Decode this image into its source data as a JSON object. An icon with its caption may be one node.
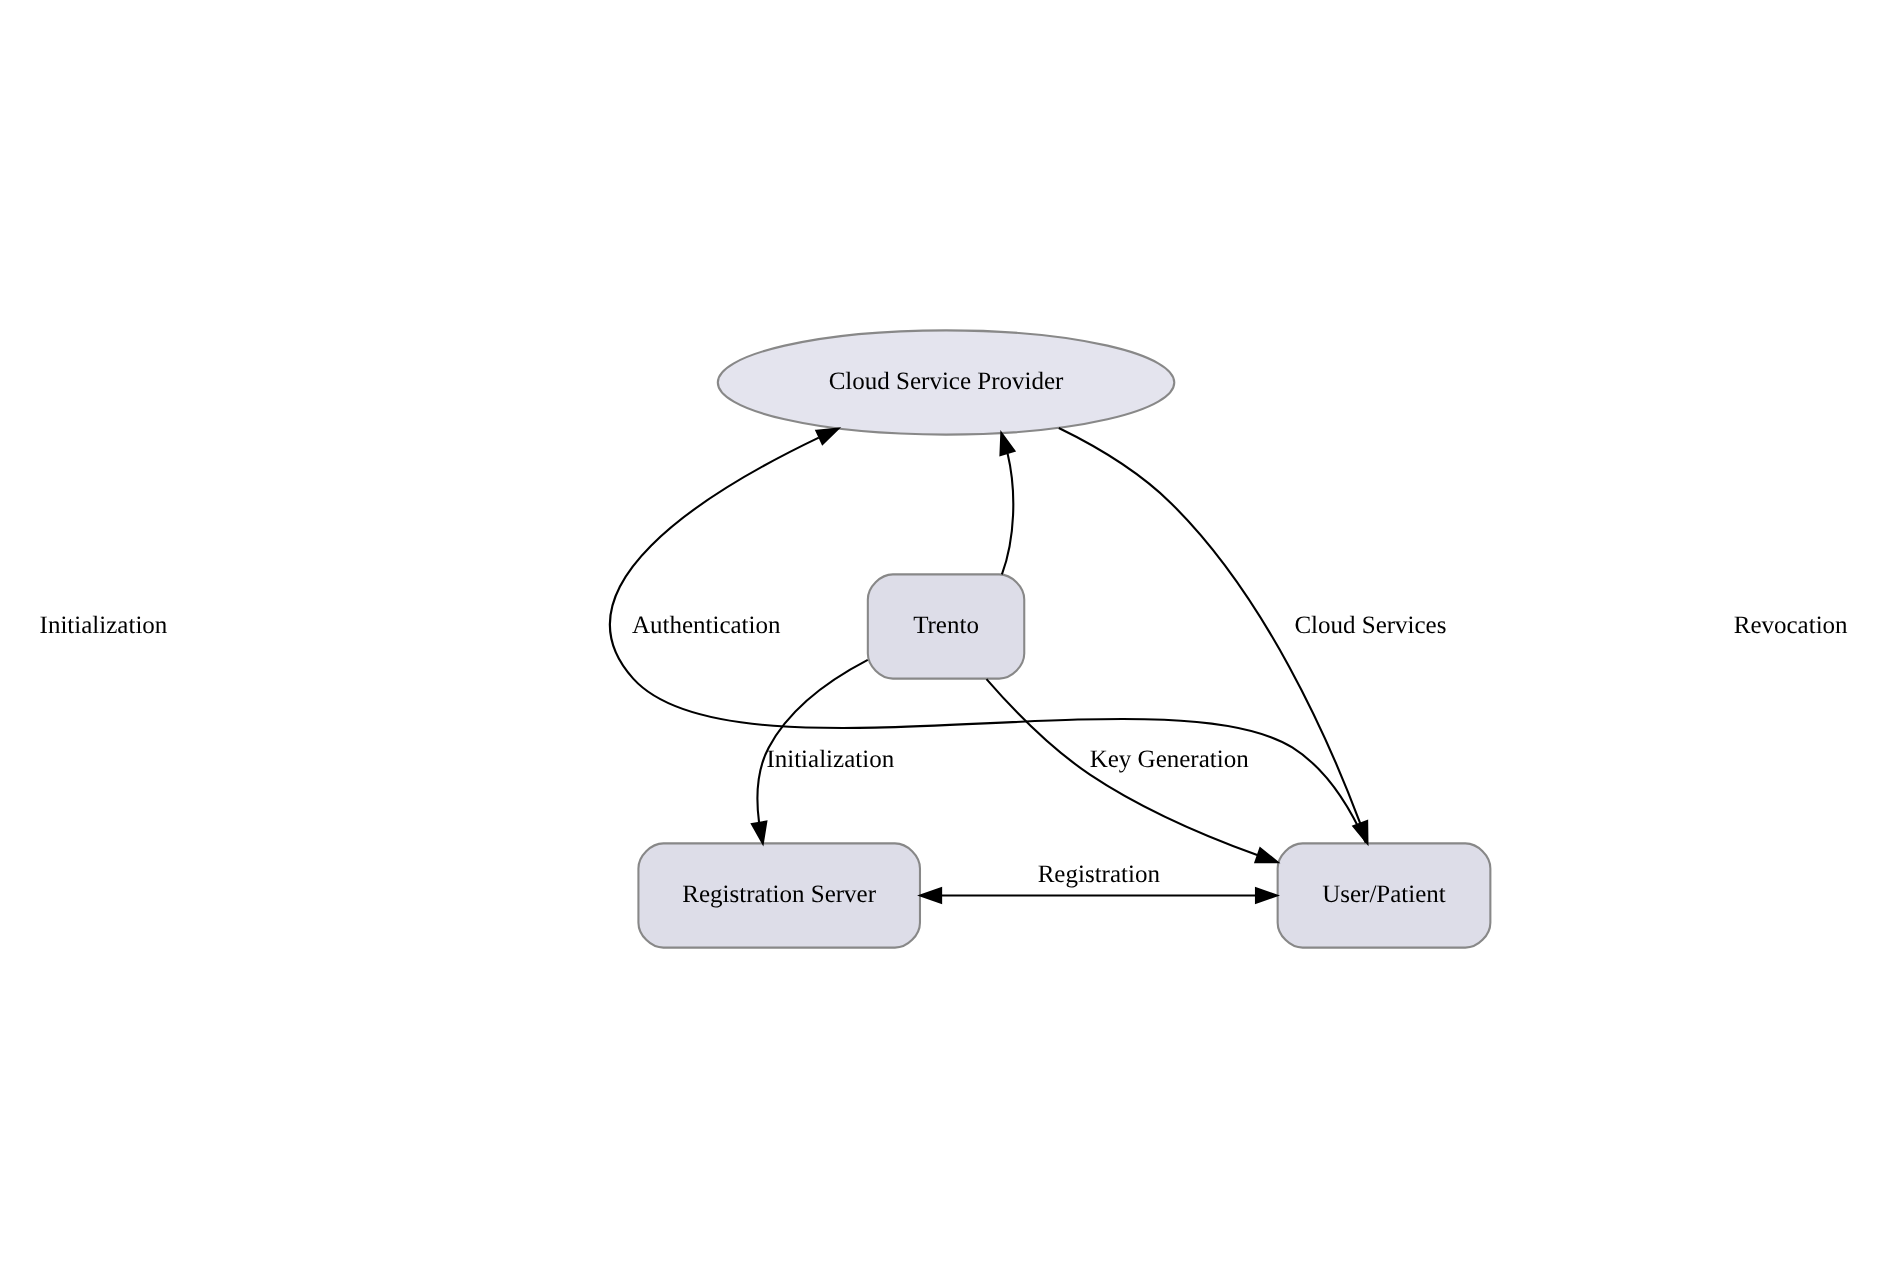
{
  "diagram": {
    "nodes": [
      {
        "text": [
          "Cloud Service Provider"
        ]
      },
      {
        "text": [
          "Trento"
        ]
      },
      {
        "text": [
          "Registration Server"
        ]
      },
      {
        "text": [
          "User/Patient"
        ]
      }
    ],
    "edges": [
      {
        "from": 1,
        "to": 0,
        "arrow": "to"
      },
      {
        "from": 1,
        "to": 2,
        "arrow": "to",
        "label": "Initialization"
      },
      {
        "from": 1,
        "to": 3,
        "arrow": "to",
        "label": "Key Generation"
      },
      {
        "from": 2,
        "to": 3,
        "arrow": "both",
        "label": "Registration"
      },
      {
        "from": 3,
        "to": 0,
        "arrow": "to",
        "label": "Authentication"
      },
      {
        "from": 0,
        "to": 3,
        "arrow": "to",
        "label": "Cloud Services"
      }
    ],
    "labels": [
      "Initialization",
      "Revocation"
    ]
  }
}
